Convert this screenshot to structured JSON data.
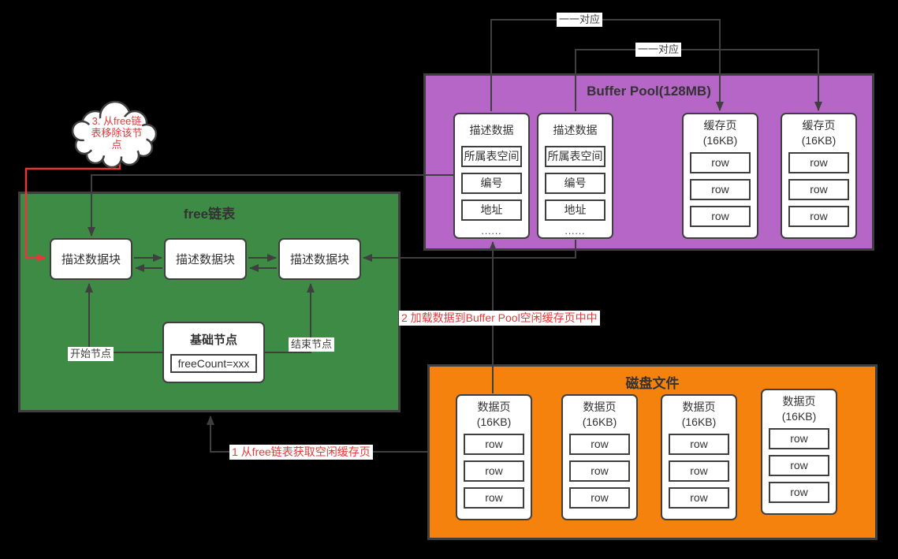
{
  "colors": {
    "background": "#000000",
    "buffer_pool_fill": "#b566c7",
    "free_list_fill": "#3d8b44",
    "disk_fill": "#f5820d",
    "line": "#3f3f3f",
    "annotation_red": "#e03a3a",
    "node_fill": "#ffffff",
    "text_dark": "#333333"
  },
  "buffer_pool": {
    "title": "Buffer Pool(128MB)",
    "desc_blocks": [
      {
        "title": "描述数据",
        "fields": [
          "所属表空间",
          "编号",
          "地址"
        ],
        "more": "......"
      },
      {
        "title": "描述数据",
        "fields": [
          "所属表空间",
          "编号",
          "地址"
        ],
        "more": "......"
      }
    ],
    "cache_pages": [
      {
        "title": "缓存页",
        "size": "(16KB)",
        "rows": [
          "row",
          "row",
          "row"
        ]
      },
      {
        "title": "缓存页",
        "size": "(16KB)",
        "rows": [
          "row",
          "row",
          "row"
        ]
      }
    ]
  },
  "free_list": {
    "title": "free链表",
    "nodes": [
      "描述数据块",
      "描述数据块",
      "描述数据块"
    ],
    "base_node": {
      "title": "基础节点",
      "value": "freeCount=xxx"
    },
    "start_label": "开始节点",
    "end_label": "结束节点"
  },
  "disk": {
    "title": "磁盘文件",
    "pages": [
      {
        "title": "数据页",
        "size": "(16KB)",
        "rows": [
          "row",
          "row",
          "row"
        ]
      },
      {
        "title": "数据页",
        "size": "(16KB)",
        "rows": [
          "row",
          "row",
          "row"
        ]
      },
      {
        "title": "数据页",
        "size": "(16KB)",
        "rows": [
          "row",
          "row",
          "row"
        ]
      },
      {
        "title": "数据页",
        "size": "(16KB)",
        "rows": [
          "row",
          "row",
          "row"
        ]
      }
    ]
  },
  "annotations": {
    "map_label_1": "一一对应",
    "map_label_2": "一一对应",
    "step1": "1 从free链表获取空闲缓存页",
    "step2": "2 加载数据到Buffer Pool空闲缓存页中中",
    "cloud_step3_lines": [
      "3. 从free链",
      "表移除该节",
      "点"
    ]
  }
}
